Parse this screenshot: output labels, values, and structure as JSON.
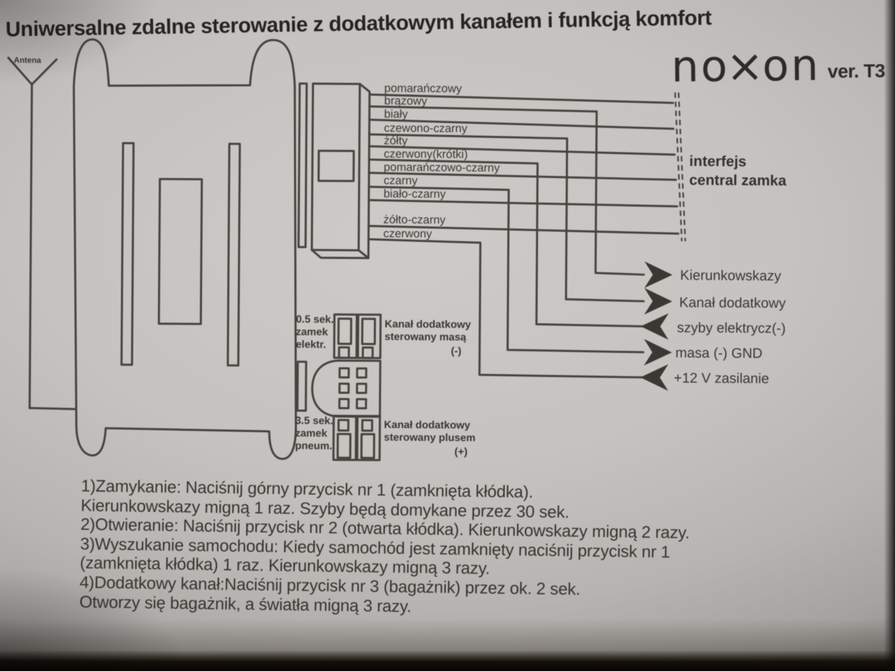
{
  "title": "Uniwersalne zdalne sterowanie z dodatkowym kanałem i funkcją komfort",
  "brand": {
    "logo_prefix": "no",
    "logo_x": "×",
    "logo_suffix": "on",
    "version": "ver. T3"
  },
  "diagram": {
    "antenna_label": "Antena",
    "connector_wires": [
      {
        "label": "pomarańczowy",
        "destination": "interfejs central zamka"
      },
      {
        "label": "brązowy",
        "destination": "Kierunkowskazy"
      },
      {
        "label": "biały",
        "destination": "interfejs central zamka"
      },
      {
        "label": "czewono-czarny",
        "destination": "Kanał dodatkowy"
      },
      {
        "label": "żółty",
        "destination": "interfejs central zamka"
      },
      {
        "label": "czerwony(krótki)",
        "destination": "szyby elektrycz(-)"
      },
      {
        "label": "pomarańczowo-czarny",
        "destination": "interfejs central zamka"
      },
      {
        "label": "czarny",
        "destination": "masa (-) GND"
      },
      {
        "label": "biało-czarny",
        "destination": "interfejs central zamka"
      },
      {
        "label": "żółto-czarny",
        "destination": "interfejs central zamka"
      },
      {
        "label": "czerwony",
        "destination": "+12 V zasilanie"
      }
    ],
    "interface": {
      "line1": "interfejs",
      "line2": "central zamka"
    },
    "outputs": [
      {
        "label": "Kierunkowskazy",
        "direction": "right"
      },
      {
        "label": "Kanał dodatkowy",
        "direction": "right"
      },
      {
        "label": "szyby elektrycz(-)",
        "direction": "left"
      },
      {
        "label": "masa (-) GND",
        "direction": "right"
      },
      {
        "label": "+12 V zasilanie",
        "direction": "left"
      }
    ],
    "relay_top": {
      "time": "0.5 sek.",
      "kind": "zamek",
      "type": "elektr.",
      "desc1": "Kanał dodatkowy",
      "desc2": "sterowany masą",
      "sign": "(-)"
    },
    "relay_bottom": {
      "time": "3.5 sek.",
      "kind": "zamek",
      "type": "pneum.",
      "desc1": "Kanał dodatkowy",
      "desc2": "sterowany plusem",
      "sign": "(+)"
    }
  },
  "instructions": {
    "lines": [
      "1)Zamykanie: Naciśnij górny przycisk nr 1 (zamknięta kłódka).",
      "Kierunkowskazy migną 1 raz. Szyby będą domykane przez 30 sek.",
      "2)Otwieranie: Naciśnij przycisk nr 2 (otwarta kłódka). Kierunkowskazy migną 2 razy.",
      "3)Wyszukanie samochodu: Kiedy samochód jest zamknięty naciśnij przycisk nr 1",
      "(zamknięta kłódka) 1 raz. Kierunkowskazy migną 3 razy.",
      "4)Dodatkowy kanał:Naciśnij przycisk nr 3 (bagażnik) przez ok. 2 sek.",
      "Otworzy się bagażnik, a światła migną 3 razy."
    ]
  }
}
